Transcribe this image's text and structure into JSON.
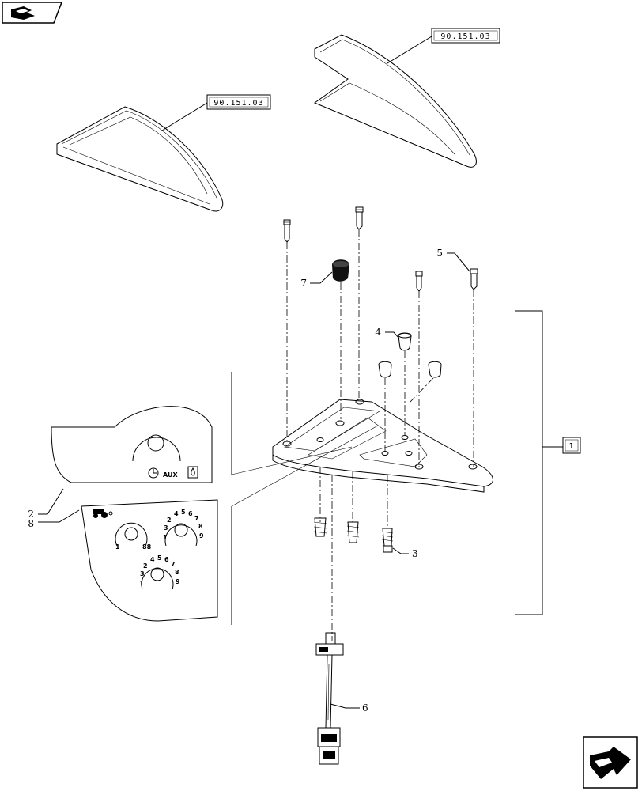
{
  "nav": {
    "prev_icon": "prev-page-arrow-icon",
    "next_icon": "next-page-arrow-icon"
  },
  "references": {
    "left_cover": "90.151.03",
    "right_cover": "90.151.03",
    "assembly": "1"
  },
  "callouts": [
    {
      "id": "2",
      "text": "2"
    },
    {
      "id": "3",
      "text": "3"
    },
    {
      "id": "4",
      "text": "4"
    },
    {
      "id": "5",
      "text": "5"
    },
    {
      "id": "6",
      "text": "6"
    },
    {
      "id": "7",
      "text": "7"
    },
    {
      "id": "8",
      "text": "8"
    }
  ],
  "decal_upper": {
    "aux_text": "AUX"
  },
  "decal_lower": {
    "dial1": {
      "min": "1",
      "max": "88"
    },
    "dial2": [
      "2",
      "3",
      "4",
      "5",
      "6",
      "7",
      "8",
      "9",
      "1"
    ],
    "dial3": [
      "2",
      "3",
      "4",
      "5",
      "6",
      "7",
      "8",
      "9",
      "1"
    ]
  }
}
